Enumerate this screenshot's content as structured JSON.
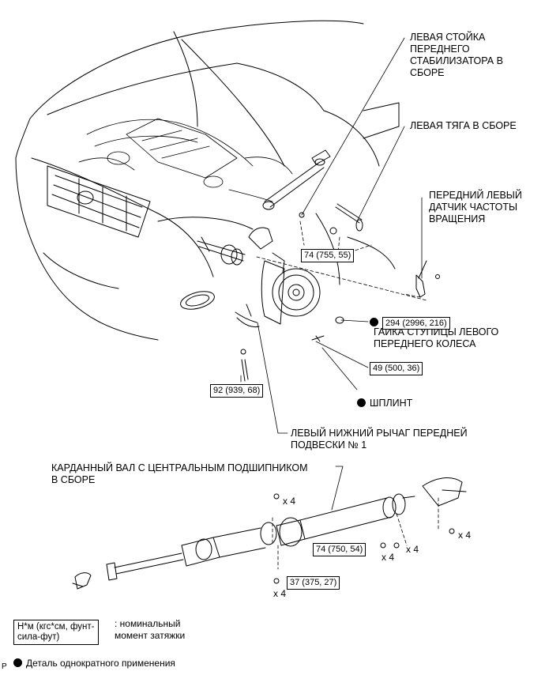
{
  "callouts": {
    "stabilizer_link": "ЛЕВАЯ СТОЙКА\nПЕРЕДНЕГО\nСТАБИЛИЗАТОРА В\nСБОРЕ",
    "tie_rod": "ЛЕВАЯ ТЯГА В СБОРЕ",
    "speed_sensor": "ПЕРЕДНИЙ ЛЕВЫЙ\nДАТЧИК ЧАСТОТЫ\nВРАЩЕНИЯ",
    "hub_nut": "ГАЙКА СТУПИЦЫ ЛЕВОГО\nПЕРЕДНЕГО КОЛЕСА",
    "cotter_pin": "ШПЛИНТ",
    "lower_arm": "ЛЕВЫЙ НИЖНИЙ РЫЧАГ ПЕРЕДНЕЙ\nПОДВЕСКИ № 1",
    "propeller_shaft": "КАРДАННЫЙ ВАЛ С ЦЕНТРАЛЬНЫМ ПОДШИПНИКОМ\nВ СБОРЕ"
  },
  "torques": {
    "t1": "74 (755, 55)",
    "t2": "294 (2996, 216)",
    "t3": "49 (500, 36)",
    "t4": "92 (939, 68)",
    "t5": "74 (750, 54)",
    "t6": "37 (375, 27)"
  },
  "quantities": {
    "q1": "x 4",
    "q2": "x 4",
    "q3": "x 4",
    "q4": "x 4",
    "q5": "x 4"
  },
  "legend": {
    "unit_box": "Н*м (кгс*см, фунт-\nсила-фут)",
    "unit_desc": ": номинальный\nмомент затяжки",
    "single_use": "Деталь однократного применения"
  },
  "corner_mark": "P",
  "icons": [
    "non-reusable-part-dot"
  ]
}
